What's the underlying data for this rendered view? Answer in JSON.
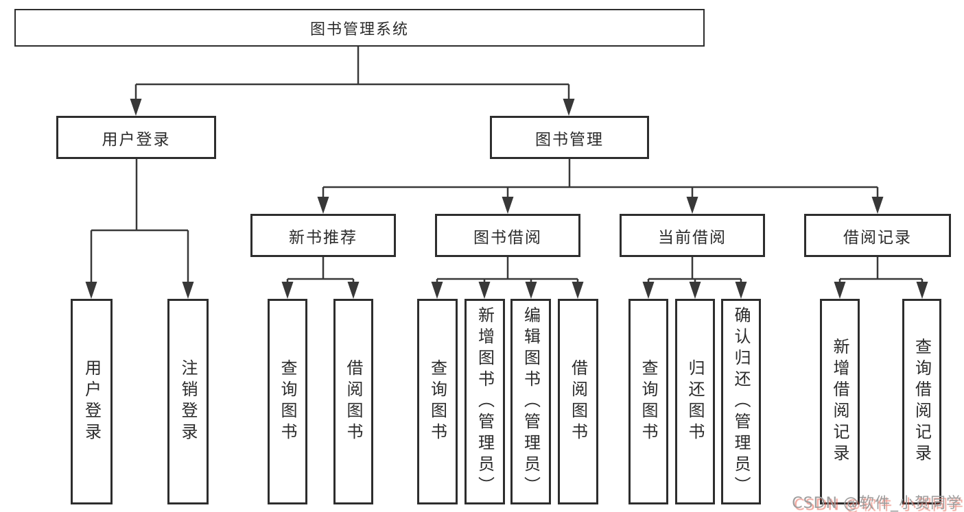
{
  "diagram": {
    "root": {
      "label": "图书管理系统"
    },
    "branches": [
      {
        "label": "用户登录",
        "children": [
          {
            "label": "用户登录"
          },
          {
            "label": "注销登录"
          }
        ]
      },
      {
        "label": "图书管理",
        "children": [
          {
            "label": "新书推荐",
            "children": [
              {
                "label": "查询图书"
              },
              {
                "label": "借阅图书"
              }
            ]
          },
          {
            "label": "图书借阅",
            "children": [
              {
                "label": "查询图书"
              },
              {
                "label": "新增图书（管理员）"
              },
              {
                "label": "编辑图书（管理员）"
              },
              {
                "label": "借阅图书"
              }
            ]
          },
          {
            "label": "当前借阅",
            "children": [
              {
                "label": "查询图书"
              },
              {
                "label": "归还图书"
              },
              {
                "label": "确认归还（管理员）"
              }
            ]
          },
          {
            "label": "借阅记录",
            "children": [
              {
                "label": "新增借阅记录"
              },
              {
                "label": "查询借阅记录"
              }
            ]
          }
        ]
      }
    ]
  },
  "watermark": {
    "text": "CSDN @软件_小贺同学"
  },
  "colors": {
    "line": "#383838",
    "box_border": "#2d2d2d",
    "box_fill": "#ffffff",
    "text": "#2b2b2b",
    "watermark_gray": "#9d9d9d",
    "watermark_red": "#e0503e"
  }
}
